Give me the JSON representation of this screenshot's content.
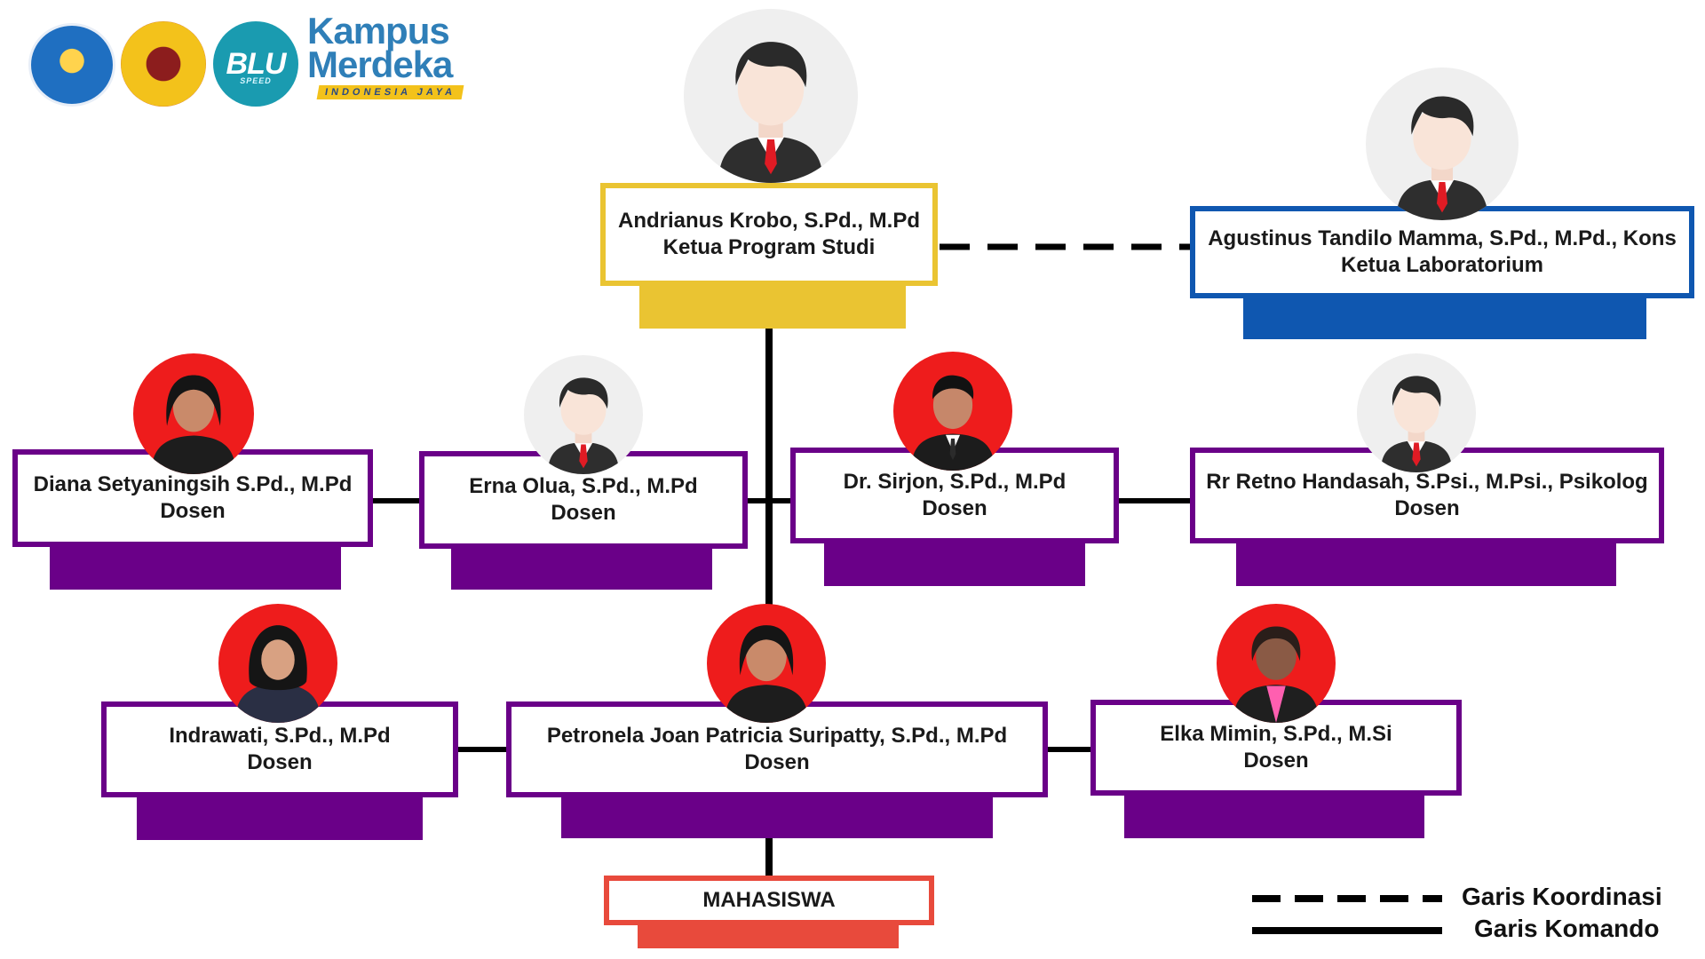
{
  "logos": {
    "tut_wuri": "tut-wuri-handayani-logo",
    "uncen": "universitas-cenderawasih-logo",
    "blu": {
      "text": "BLU",
      "subtext": "SPEED"
    },
    "kampus_merdeka": {
      "line1": "Kampus",
      "line2": "Merdeka",
      "line3": "INDONESIA JAYA"
    }
  },
  "colors": {
    "yellow": "#eac432",
    "blue": "#0f57b0",
    "purple": "#6a0088",
    "red": "#e84a3c",
    "photo_bg_red": "#ee1c1c",
    "avatar_bg": "#efefef"
  },
  "nodes": {
    "ketua": {
      "name": "Andrianus Krobo, S.Pd., M.Pd",
      "role": "Ketua Program Studi"
    },
    "lab": {
      "name": "Agustinus Tandilo Mamma, S.Pd., M.Pd., Kons",
      "role": "Ketua Laboratorium"
    },
    "diana": {
      "name": "Diana Setyaningsih S.Pd., M.Pd",
      "role": "Dosen"
    },
    "erna": {
      "name": "Erna Olua, S.Pd., M.Pd",
      "role": "Dosen"
    },
    "sirjon": {
      "name": "Dr. Sirjon, S.Pd., M.Pd",
      "role": "Dosen"
    },
    "retno": {
      "name": "Rr Retno Handasah, S.Psi., M.Psi., Psikolog",
      "role": "Dosen"
    },
    "indrawati": {
      "name": "Indrawati, S.Pd., M.Pd",
      "role": "Dosen"
    },
    "petronela": {
      "name": "Petronela Joan Patricia Suripatty, S.Pd., M.Pd",
      "role": "Dosen"
    },
    "elka": {
      "name": "Elka Mimin, S.Pd., M.Si",
      "role": "Dosen"
    },
    "mahasiswa": {
      "name": "MAHASISWA"
    }
  },
  "legend": {
    "koordinasi": "Garis Koordinasi",
    "komando": "Garis Komando"
  }
}
